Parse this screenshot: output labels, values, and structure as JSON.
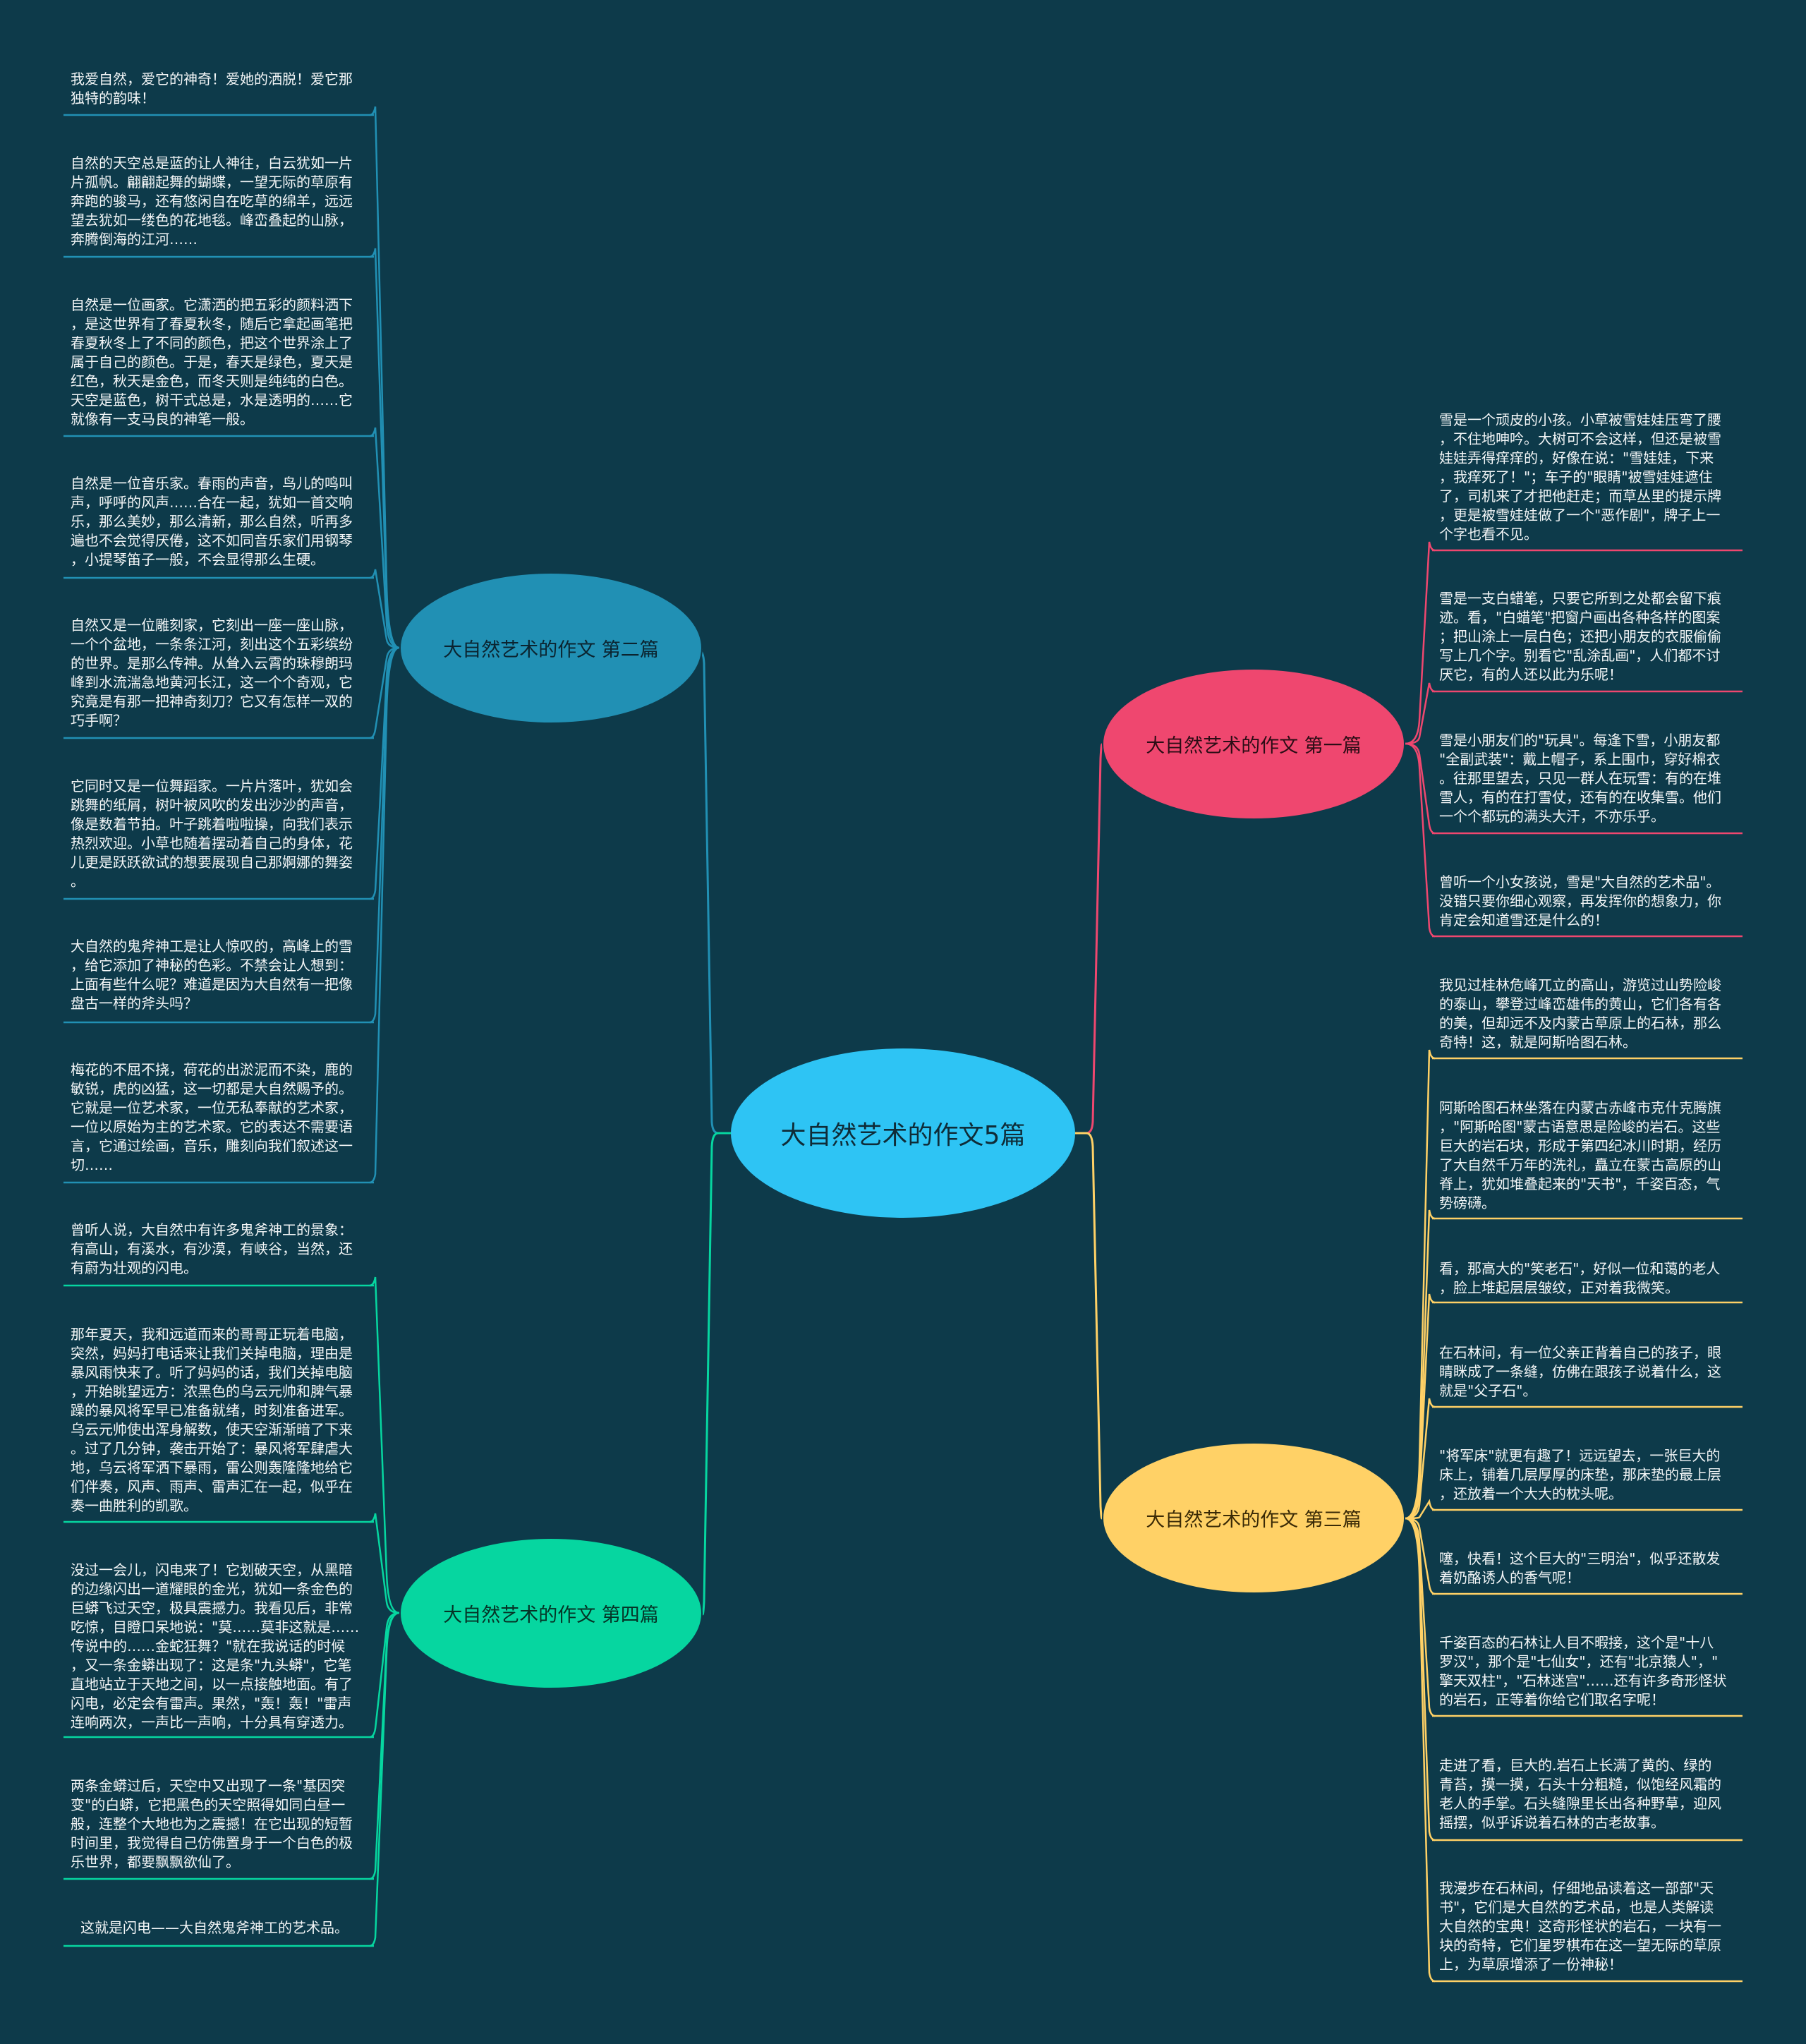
{
  "center": "大自然艺术的作文5篇",
  "colors": {
    "background": "#0d3a4a",
    "center": "#2ec4f4",
    "topic1": "#ef476f",
    "topic2": "#2190b4",
    "topic3": "#ffd166",
    "topic4": "#06d6a0"
  },
  "topics": {
    "t1": {
      "title": "大自然艺术的作文 第一篇",
      "leaves": [
        "雪是一个顽皮的小孩。小草被雪娃娃压弯了腰\n，不住地呻吟。大树可不会这样，但还是被雪\n娃娃弄得痒痒的，好像在说：\"雪娃娃，下来\n，我痒死了！\"；车子的\"眼睛\"被雪娃娃遮住\n了，司机来了才把他赶走；而草丛里的提示牌\n，更是被雪娃娃做了一个\"恶作剧\"，牌子上一\n个字也看不见。",
        "雪是一支白蜡笔，只要它所到之处都会留下痕\n迹。看，\"白蜡笔\"把窗户画出各种各样的图案\n；把山涂上一层白色；还把小朋友的衣服偷偷\n写上几个字。别看它\"乱涂乱画\"，人们都不讨\n厌它，有的人还以此为乐呢！",
        "雪是小朋友们的\"玩具\"。每逢下雪，小朋友都\n\"全副武装\"：戴上帽子，系上围巾，穿好棉衣\n。往那里望去，只见一群人在玩雪：有的在堆\n雪人，有的在打雪仗，还有的在收集雪。他们\n一个个都玩的满头大汗，不亦乐乎。",
        "曾听一个小女孩说，雪是\"大自然的艺术品\"。\n没错只要你细心观察，再发挥你的想象力，你\n肯定会知道雪还是什么的！"
      ]
    },
    "t2": {
      "title": "大自然艺术的作文 第二篇",
      "leaves": [
        "我爱自然，爱它的神奇！爱她的洒脱！爱它那\n独特的韵味！",
        "自然的天空总是蓝的让人神往，白云犹如一片\n片孤帆。翩翩起舞的蝴蝶，一望无际的草原有\n奔跑的骏马，还有悠闲自在吃草的绵羊，远远\n望去犹如一缕色的花地毯。峰峦叠起的山脉，\n奔腾倒海的江河……",
        "自然是一位画家。它潇洒的把五彩的颜料洒下\n，是这世界有了春夏秋冬，随后它拿起画笔把\n春夏秋冬上了不同的颜色，把这个世界涂上了\n属于自己的颜色。于是，春天是绿色，夏天是\n红色，秋天是金色，而冬天则是纯纯的白色。\n天空是蓝色，树干式总是，水是透明的……它\n就像有一支马良的神笔一般。",
        "自然是一位音乐家。春雨的声音，鸟儿的鸣叫\n声，呼呼的风声……合在一起，犹如一首交响\n乐，那么美妙，那么清新，那么自然，听再多\n遍也不会觉得厌倦，这不如同音乐家们用钢琴\n，小提琴笛子一般，不会显得那么生硬。",
        "自然又是一位雕刻家，它刻出一座一座山脉，\n一个个盆地，一条条江河，刻出这个五彩缤纷\n的世界。是那么传神。从耸入云霄的珠穆朗玛\n峰到水流湍急地黄河长江，这一个个奇观，它\n究竟是有那一把神奇刻刀？它又有怎样一双的\n巧手啊？",
        "它同时又是一位舞蹈家。一片片落叶，犹如会\n跳舞的纸屑，树叶被风吹的发出沙沙的声音，\n像是数着节拍。叶子跳着啦啦操，向我们表示\n热烈欢迎。小草也随着摆动着自己的身体，花\n儿更是跃跃欲试的想要展现自己那婀娜的舞姿\n。",
        "大自然的鬼斧神工是让人惊叹的，高峰上的雪\n，给它添加了神秘的色彩。不禁会让人想到：\n上面有些什么呢？难道是因为大自然有一把像\n盘古一样的斧头吗？",
        "梅花的不屈不挠，荷花的出淤泥而不染，鹿的\n敏锐，虎的凶猛，这一切都是大自然赐予的。\n它就是一位艺术家，一位无私奉献的艺术家，\n一位以原始为主的艺术家。它的表达不需要语\n言，它通过绘画，音乐，雕刻向我们叙述这一\n切……"
      ]
    },
    "t3": {
      "title": "大自然艺术的作文 第三篇",
      "leaves": [
        "我见过桂林危峰兀立的高山，游览过山势险峻\n的泰山，攀登过峰峦雄伟的黄山，它们各有各\n的美，但却远不及内蒙古草原上的石林，那么\n奇特！这，就是阿斯哈图石林。",
        "阿斯哈图石林坐落在内蒙古赤峰市克什克腾旗\n，\"阿斯哈图\"蒙古语意思是险峻的岩石。这些\n巨大的岩石块，形成于第四纪冰川时期，经历\n了大自然千万年的洗礼，矗立在蒙古高原的山\n脊上，犹如堆叠起来的\"天书\"，千姿百态，气\n势磅礴。",
        "看，那高大的\"笑老石\"，好似一位和蔼的老人\n，脸上堆起层层皱纹，正对着我微笑。",
        "在石林间，有一位父亲正背着自己的孩子，眼\n睛眯成了一条缝，仿佛在跟孩子说着什么，这\n就是\"父子石\"。",
        "\"将军床\"就更有趣了！远远望去，一张巨大的\n床上，铺着几层厚厚的床垫，那床垫的最上层\n，还放着一个大大的枕头呢。",
        "噻，快看！这个巨大的\"三明治\"，似乎还散发\n着奶酪诱人的香气呢！",
        "千姿百态的石林让人目不暇接，这个是\"十八\n罗汉\"，那个是\"七仙女\"，还有\"北京猿人\"，\"\n擎天双柱\"，\"石林迷宫\"……还有许多奇形怪状\n的岩石，正等着你给它们取名字呢！",
        "走进了看，巨大的.岩石上长满了黄的、绿的\n青苔，摸一摸，石头十分粗糙，似饱经风霜的\n老人的手掌。石头缝隙里长出各种野草，迎风\n摇摆，似乎诉说着石林的古老故事。",
        "我漫步在石林间，仔细地品读着这一部部\"天\n书\"，它们是大自然的艺术品，也是人类解读\n大自然的宝典！这奇形怪状的岩石，一块有一\n块的奇特，它们星罗棋布在这一望无际的草原\n上，为草原增添了一份神秘！"
      ]
    },
    "t4": {
      "title": "大自然艺术的作文 第四篇",
      "leaves": [
        "曾听人说，大自然中有许多鬼斧神工的景象：\n有高山，有溪水，有沙漠，有峡谷，当然，还\n有蔚为壮观的闪电。",
        "那年夏天，我和远道而来的哥哥正玩着电脑，\n突然，妈妈打电话来让我们关掉电脑，理由是\n暴风雨快来了。听了妈妈的话，我们关掉电脑\n，开始眺望远方：浓黑色的乌云元帅和脾气暴\n躁的暴风将军早已准备就绪，时刻准备进军。\n乌云元帅使出浑身解数，使天空渐渐暗了下来\n。过了几分钟，袭击开始了：暴风将军肆虐大\n地，乌云将军洒下暴雨，雷公则轰隆隆地给它\n们伴奏，风声、雨声、雷声汇在一起，似乎在\n奏一曲胜利的凯歌。",
        "没过一会儿，闪电来了！它划破天空，从黑暗\n的边缘闪出一道耀眼的金光，犹如一条金色的\n巨蟒飞过天空，极具震撼力。我看见后，非常\n吃惊，目瞪口呆地说：\"莫……莫非这就是……\n传说中的……金蛇狂舞？\"就在我说话的时候\n，又一条金蟒出现了：这是条\"九头蟒\"，它笔\n直地站立于天地之间，以一点接触地面。有了\n闪电，必定会有雷声。果然，\"轰！轰！\"雷声\n连响两次，一声比一声响，十分具有穿透力。",
        "两条金蟒过后，天空中又出现了一条\"基因突\n变\"的白蟒，它把黑色的天空照得如同白昼一\n般，连整个大地也为之震撼！在它出现的短暂\n时间里，我觉得自己仿佛置身于一个白色的极\n乐世界，都要飘飘欲仙了。",
        "这就是闪电——大自然鬼斧神工的艺术品。"
      ]
    }
  }
}
